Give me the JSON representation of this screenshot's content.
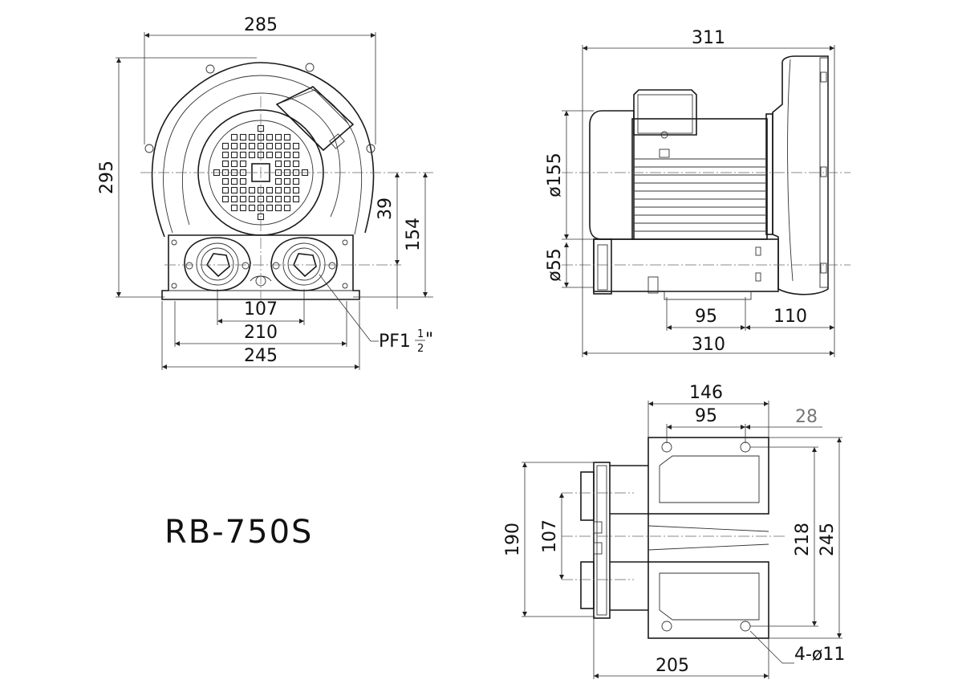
{
  "model": "RB-750S",
  "front_view": {
    "dims": {
      "width": "285",
      "height": "295",
      "axis_offset": "39",
      "center_height": "154",
      "port_spacing": "107",
      "inner_base": "210",
      "outer_base": "245"
    },
    "port_label": "PF1",
    "port_fraction_num": "1",
    "port_fraction_den": "2",
    "port_fraction_mark": "\""
  },
  "side_view": {
    "dims": {
      "length": "311",
      "motor_diameter": "ø155",
      "port_diameter": "ø55",
      "base_span": "95",
      "rear_offset": "110",
      "total_length": "310"
    }
  },
  "bottom_view": {
    "dims": {
      "foot_width": "146",
      "hole_spacing": "95",
      "edge_offset": "28",
      "outlet_span": "190",
      "port_spacing": "107",
      "hole_span": "218",
      "overall_width": "245",
      "overall_length": "205"
    },
    "hole_callout": "4-ø11"
  }
}
